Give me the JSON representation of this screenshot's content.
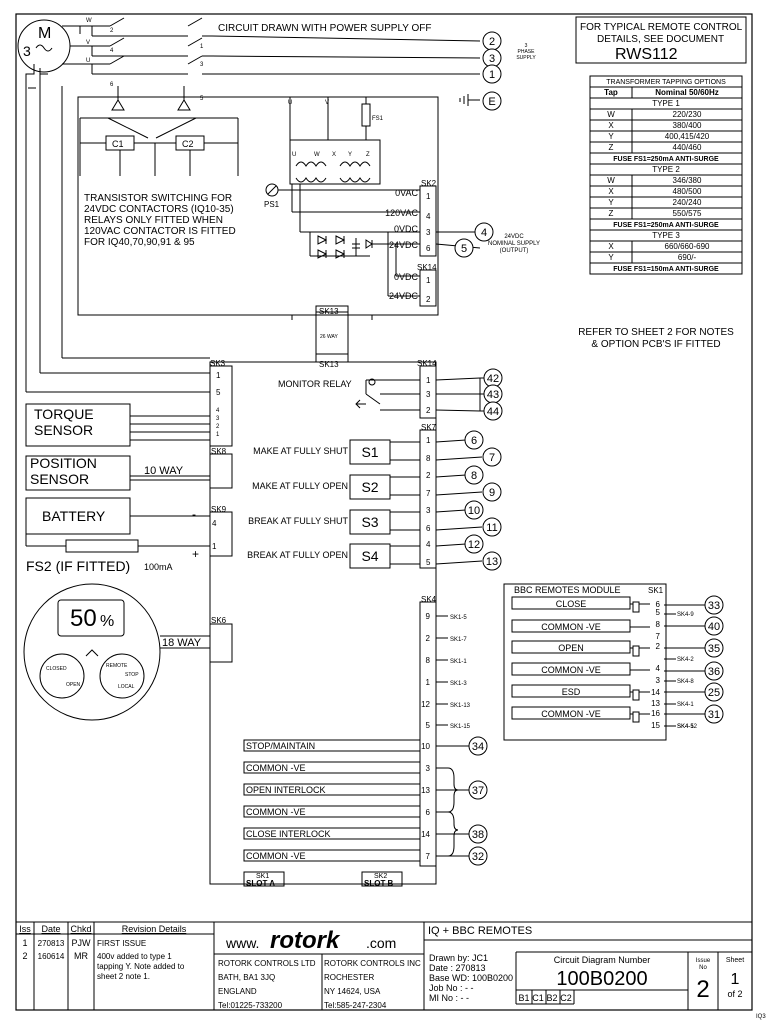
{
  "notes": {
    "circuit_note": "CIRCUIT DRAWN WITH POWER SUPPLY OFF",
    "three_phase_label": "3\nPHASE\nSUPPLY",
    "transistor_note": "TRANSISTOR SWITCHING FOR\n24VDC CONTACTORS (IQ10-35)\nRELAYS ONLY FITTED WHEN\n120VAC CONTACTOR IS FITTED\nFOR IQ40,70,90,91 & 95",
    "refer_note": "REFER TO SHEET 2 FOR NOTES\n& OPTION PCB'S IF FITTED",
    "nominal_supply": "24VDC\nNOMINAL SUPPLY\n(OUTPUT)",
    "fs2_label": "FS2 (IF FITTED)",
    "fs2_rating": "100mA"
  },
  "remote_box": {
    "line1": "FOR TYPICAL REMOTE CONTROL",
    "line2": "DETAILS, SEE DOCUMENT",
    "doc": "RWS112"
  },
  "tapping_table": {
    "title": "TRANSFORMER TAPPING OPTIONS",
    "col_tap": "Tap",
    "col_nominal": "Nominal 50/60Hz",
    "types": [
      {
        "name": "TYPE 1",
        "rows": [
          [
            "W",
            "220/230"
          ],
          [
            "X",
            "380/400"
          ],
          [
            "Y",
            "400,415/420"
          ],
          [
            "Z",
            "440/460"
          ]
        ],
        "fuse": "FUSE FS1=250mA ANTI-SURGE"
      },
      {
        "name": "TYPE 2",
        "rows": [
          [
            "W",
            "346/380"
          ],
          [
            "X",
            "480/500"
          ],
          [
            "Y",
            "240/240"
          ],
          [
            "Z",
            "550/575"
          ]
        ],
        "fuse": "FUSE FS1=250mA ANTI-SURGE"
      },
      {
        "name": "TYPE 3",
        "rows": [
          [
            "X",
            "660/660-690"
          ],
          [
            "Y",
            "690/-"
          ]
        ],
        "fuse": "FUSE FS1=150mA ANTI-SURGE"
      }
    ]
  },
  "motor": {
    "label": "M",
    "phase_num": "3",
    "phases": [
      "W",
      "V",
      "U"
    ],
    "contact_nums": [
      "2",
      "1",
      "4",
      "3",
      "6",
      "5"
    ],
    "contactors": [
      "C1",
      "C2"
    ],
    "tx_terms": [
      "U",
      "V"
    ]
  },
  "terminals": {
    "supply": [
      "2",
      "3",
      "1"
    ],
    "earth": "E",
    "dc_out": [
      "4",
      "5"
    ]
  },
  "power_block": {
    "fs1": "FS1",
    "ps1": "PS1",
    "tx_taps": [
      "U",
      "W",
      "X",
      "Y",
      "Z"
    ],
    "sk2": "SK2",
    "sk14": "SK14",
    "sk2_rows": [
      [
        "0VAC",
        "1"
      ],
      [
        "120VAC",
        "4"
      ],
      [
        "0VDC",
        "3"
      ],
      [
        "24VDC",
        "6"
      ]
    ],
    "sk14_rows": [
      [
        "0VDC",
        "1"
      ],
      [
        "24VDC",
        "2"
      ]
    ]
  },
  "ribbon": {
    "top": "SK13",
    "way": "26 WAY",
    "bottom": "SK13"
  },
  "main_board": {
    "sk3": "SK3",
    "sk3_pins": [
      "1",
      "5",
      "4",
      "3",
      "2",
      "1"
    ],
    "sk8": "SK8",
    "sk9": "SK9",
    "sk9_pins": [
      "4",
      "1"
    ],
    "sk6": "SK6",
    "sk14": "SK14",
    "sk14_pins": [
      "1",
      "3",
      "2"
    ],
    "sk7": "SK7",
    "sk7_pins": [
      "1",
      "8",
      "2",
      "7",
      "3",
      "6",
      "4",
      "5"
    ],
    "sk4": "SK4",
    "sk4_pins": [
      [
        "9",
        "SK1-5"
      ],
      [
        "2",
        "SK1-7"
      ],
      [
        "8",
        "SK1-1"
      ],
      [
        "1",
        "SK1-3"
      ],
      [
        "12",
        "SK1-13"
      ],
      [
        "5",
        "SK1-15"
      ]
    ],
    "slot_a_sk": "SK1",
    "slot_a": "SLOT A",
    "slot_b_sk": "SK2",
    "slot_b": "SLOT B"
  },
  "devices": {
    "torque": "TORQUE\nSENSOR",
    "position": "POSITION\nSENSOR",
    "ten_way": "10 WAY",
    "battery": "BATTERY",
    "battery_minus": "-",
    "battery_plus": "+",
    "eighteen_way": "18 WAY",
    "display_pct": "50",
    "display_pct_sign": "%",
    "knob_left": [
      "CLOSED",
      "OPEN"
    ],
    "knob_right": [
      "REMOTE",
      "STOP",
      "LOCAL"
    ]
  },
  "monitor": {
    "label": "MONITOR RELAY",
    "terms": [
      "42",
      "43",
      "44"
    ]
  },
  "switches": [
    {
      "label": "MAKE AT FULLY SHUT",
      "id": "S1",
      "terms": [
        "6",
        "7"
      ]
    },
    {
      "label": "MAKE AT FULLY OPEN",
      "id": "S2",
      "terms": [
        "8",
        "9"
      ]
    },
    {
      "label": "BREAK AT FULLY SHUT",
      "id": "S3",
      "terms": [
        "10",
        "11"
      ]
    },
    {
      "label": "BREAK AT FULLY OPEN",
      "id": "S4",
      "terms": [
        "12",
        "13"
      ]
    }
  ],
  "bbc": {
    "title": "BBC REMOTES MODULE",
    "sk": "SK1",
    "rows": [
      {
        "label": "CLOSE",
        "pins": [
          "6",
          "5"
        ],
        "sk4": "SK4-9",
        "term": "33"
      },
      {
        "label": "COMMON -VE",
        "pins": [
          "8"
        ],
        "sk4": "",
        "term": "40"
      },
      {
        "label": "OPEN",
        "pins": [
          "7",
          "2"
        ],
        "sk4": "SK4-2",
        "term": "35"
      },
      {
        "label": "COMMON -VE",
        "pins": [
          "4"
        ],
        "sk4": "SK4-8",
        "term": "36"
      },
      {
        "label": "ESD",
        "pins": [
          "3",
          "14"
        ],
        "sk4": "SK4-1",
        "term": "25"
      },
      {
        "label": "COMMON -VE",
        "pins": [
          "13",
          "16",
          "15"
        ],
        "sk4": "SK4-12",
        "term": "31"
      }
    ],
    "bottom_sk4": "SK4-5"
  },
  "interlocks": [
    {
      "label": "STOP/MAINTAIN",
      "pin": "10",
      "term": "34"
    },
    {
      "label": "COMMON -VE",
      "pin": "3",
      "term": ""
    },
    {
      "label": "OPEN INTERLOCK",
      "pin": "13",
      "term": "37"
    },
    {
      "label": "COMMON -VE",
      "pin": "6",
      "term": ""
    },
    {
      "label": "CLOSE INTERLOCK",
      "pin": "14",
      "term": "38"
    },
    {
      "label": "COMMON -VE",
      "pin": "7",
      "term": "32"
    }
  ],
  "title_block": {
    "rev_headers": [
      "Iss",
      "Date",
      "Chkd",
      "Revision Details"
    ],
    "revisions": [
      {
        "iss": "1",
        "date": "270813",
        "chkd": "PJW",
        "details": "FIRST ISSUE"
      },
      {
        "iss": "2",
        "date": "160614",
        "chkd": "MR",
        "details": "400v added to type 1\ntapping Y. Note added to\nsheet 2 note 1."
      }
    ],
    "web_prefix": "www.",
    "brand": "rotork",
    "web_suffix": ".com",
    "address_uk": [
      "ROTORK CONTROLS LTD",
      "BATH, BA1 3JQ",
      "ENGLAND",
      "Tel:01225-733200"
    ],
    "address_us": [
      "ROTORK CONTROLS INC",
      "ROCHESTER",
      "NY 14624, USA",
      "Tel:585-247-2304"
    ],
    "title": "IQ + BBC REMOTES",
    "info": [
      "Drawn by: JC1",
      "Date       : 270813",
      "Base WD: 100B0200",
      "Job No    : - -",
      "MI No      : - -"
    ],
    "cdn_label": "Circuit Diagram Number",
    "cdn": "100B0200",
    "issue_label": "Issue\nNo",
    "issue": "2",
    "sheet_label": "Sheet",
    "sheet": "1",
    "sheet_of": "of 2",
    "options": [
      "B1",
      "C1",
      "B2",
      "C2"
    ],
    "corner_code": "IQ3"
  }
}
